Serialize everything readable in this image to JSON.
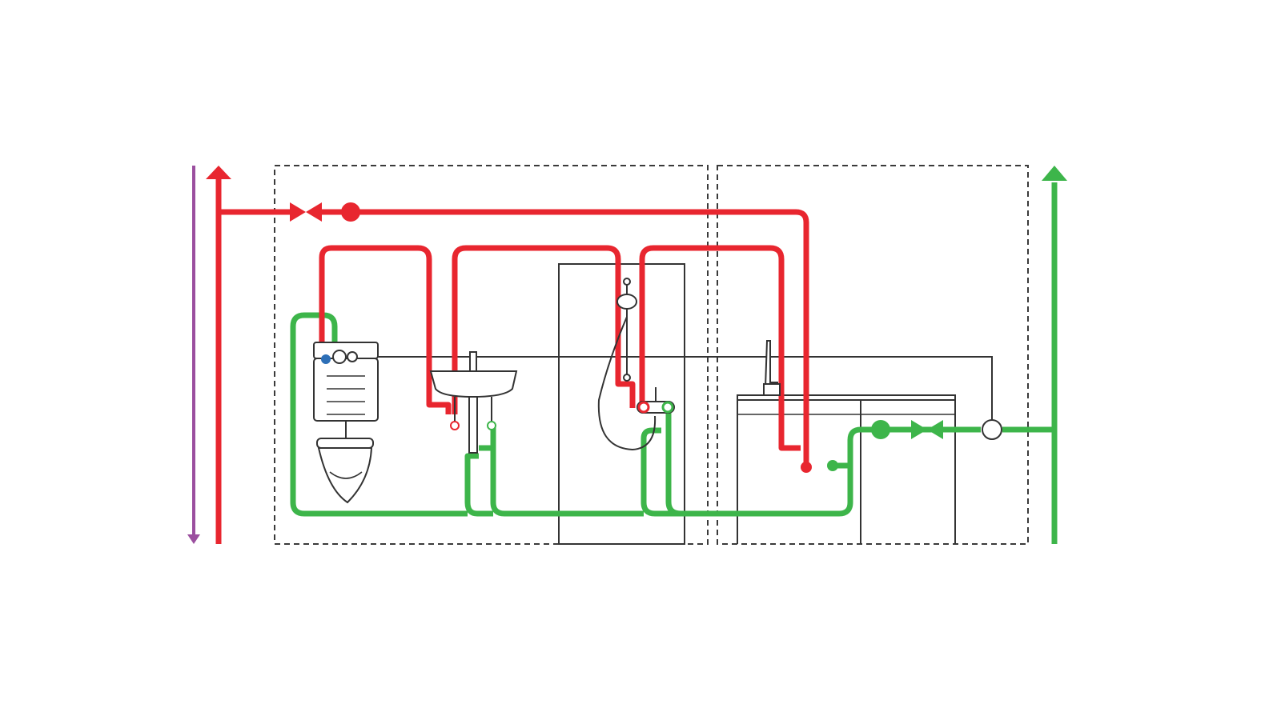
{
  "colors": {
    "hot": "#e8262f",
    "cold": "#3db54a",
    "return": "#9b4f9f",
    "sensor": "#2d6fb7",
    "outline": "#333333",
    "background": "#ffffff"
  },
  "elements": {
    "risers": [
      "hot-water-riser",
      "cold-water-riser",
      "circulation-return-riser"
    ],
    "fittings": [
      "shutoff-valve",
      "water-meter",
      "supply-connection"
    ],
    "fixtures": [
      "wc-cistern",
      "toilet",
      "washbasin",
      "shower",
      "kitchen-sink"
    ],
    "zones": [
      "bathroom-zone",
      "kitchen-zone"
    ]
  }
}
